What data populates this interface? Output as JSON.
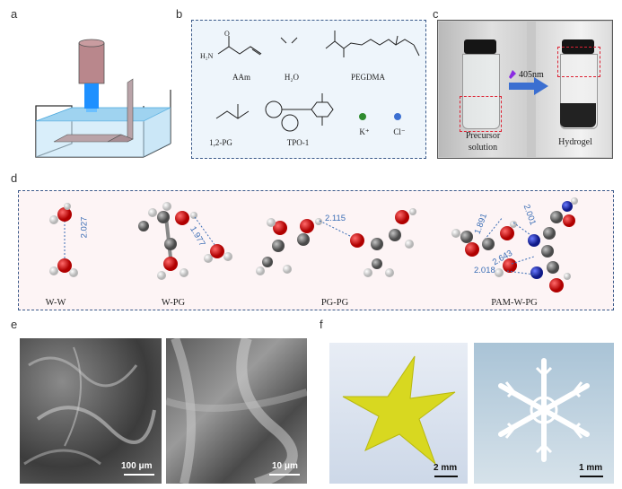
{
  "panels": {
    "a": "a",
    "b": "b",
    "c": "c",
    "d": "d",
    "e": "e",
    "f": "f"
  },
  "chemicals": {
    "aam": "AAm",
    "nh2": "H₂N",
    "o_label": "O",
    "h2o": "H₂O",
    "pegdma": "PEGDMA",
    "pg12": "1,2-PG",
    "tpo1": "TPO-1",
    "k_ion": "K⁺",
    "cl_ion": "Cl⁻"
  },
  "vials": {
    "precursor": "Precursor",
    "solution": "solution",
    "arrow": "405nm",
    "hydrogel": "Hydrogel"
  },
  "molecules": {
    "ww": "W-W",
    "wpg": "W-PG",
    "pgpg": "PG-PG",
    "pamwpg": "PAM-W-PG"
  },
  "bond_lengths": {
    "ww": "2.027",
    "wpg": "1.977",
    "pgpg": "2.115",
    "p1": "1.891",
    "p2": "2.001",
    "p3": "2.643",
    "p4": "2.018"
  },
  "scalebars": {
    "sem1": "100 μm",
    "sem2": "10 μm",
    "star": "2 mm",
    "snow": "1 mm"
  },
  "colors": {
    "frame": "#3b5a8a",
    "oxygen": "#cc1111",
    "carbon": "#7a7a7a",
    "hydrogen": "#ffffff",
    "nitrogen": "#2233aa",
    "bond_text": "#3a6db5",
    "gel_yellow": "#d8d820"
  }
}
